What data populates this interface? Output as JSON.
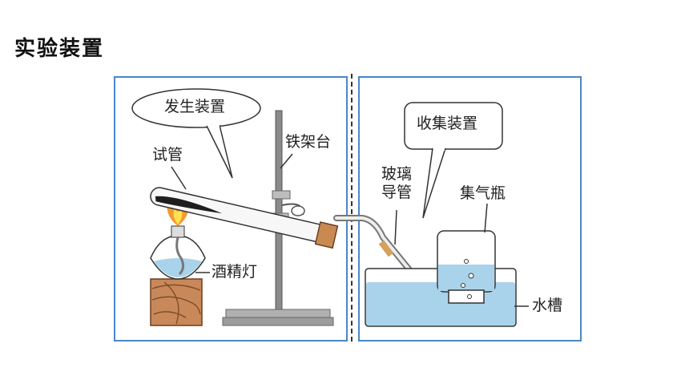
{
  "title": "实验装置",
  "labels": {
    "generator": "发生装置",
    "test_tube": "试管",
    "iron_stand": "铁架台",
    "alcohol_lamp": "酒精灯",
    "collector": "收集装置",
    "glass_tube": "玻璃导管",
    "gas_bottle": "集气瓶",
    "water_trough": "水槽"
  },
  "colors": {
    "frame": "#4a86c8",
    "water": "#a9d3ea",
    "flame_outer": "#f29a33",
    "flame_inner": "#ffe14d",
    "wood": "#c9885a",
    "cork": "#c98a52"
  }
}
